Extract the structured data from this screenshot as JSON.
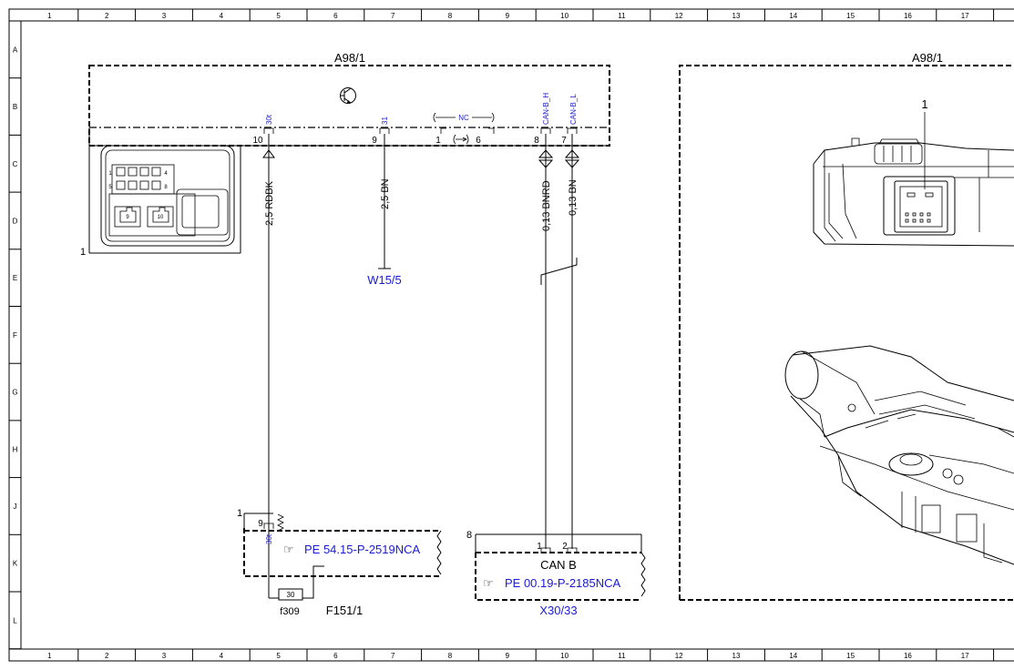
{
  "grid": {
    "columns": [
      "1",
      "2",
      "3",
      "4",
      "5",
      "6",
      "7",
      "8",
      "9",
      "10",
      "11",
      "12",
      "13",
      "14",
      "15",
      "16",
      "17"
    ],
    "rows": [
      "A",
      "B",
      "C",
      "D",
      "E",
      "F",
      "G",
      "H",
      "J",
      "K",
      "L"
    ]
  },
  "module_left": {
    "label": "A98/1",
    "connector_ref": "1",
    "connector_pins": [
      "1",
      "4",
      "5",
      "8",
      "9",
      "10"
    ]
  },
  "module_right": {
    "label": "A98/1",
    "callout": "1"
  },
  "pins": {
    "p30t": {
      "num": "10",
      "signal": "30t"
    },
    "p31": {
      "num": "9",
      "signal": "31"
    },
    "nc_left": {
      "num": "1"
    },
    "nc_right": {
      "num": "6"
    },
    "nc_label": "NC",
    "canh": {
      "num": "8",
      "signal": "CAN-B_H"
    },
    "canl": {
      "num": "7",
      "signal": "CAN-B_L"
    }
  },
  "wires": {
    "w1": "2,5 RDBK",
    "w2": "2,5 BN",
    "w3": "0,13 BNRD",
    "w4": "0,13 BN"
  },
  "ground": {
    "label": "W15/5"
  },
  "fuse_box": {
    "ref": "1",
    "pin_num": "9",
    "pin_signal": "30t",
    "pe_link": "PE 54.15-P-2519NCA",
    "fuse_value": "30",
    "fuse_id": "f309",
    "label": "F151/1"
  },
  "can_box": {
    "ref": "8",
    "pin1": "1",
    "pin2": "2",
    "title": "CAN B",
    "pe_link": "PE 00.19-P-2185NCA",
    "label": "X30/33"
  },
  "colors": {
    "link": "#1a1ad6",
    "line": "#000000",
    "background": "#ffffff"
  }
}
